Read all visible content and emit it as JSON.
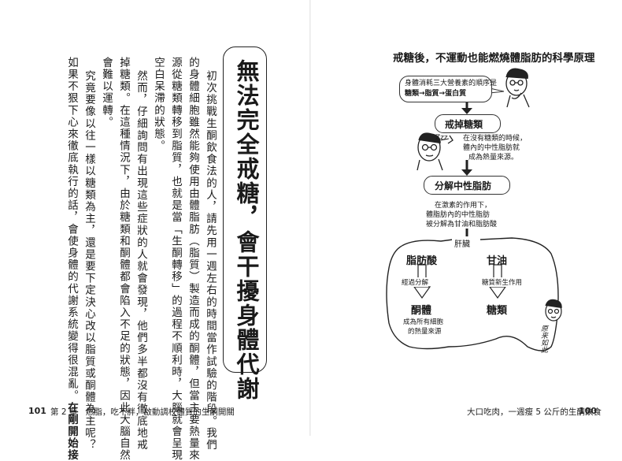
{
  "left_page": {
    "title": "無法完全戒糖，會干擾身體代謝",
    "columns": [
      "初次挑戰生酮飲食法的人，請先用一週左右的時間當作試驗的階段。我們",
      "的身體細胞雖然能夠使用由體脂肪（脂質）製造而成的酮體，但當主要熱量來",
      "源從糖類轉移到脂質，也就是當「生酮轉移」的過程不順利時，大腦就會呈現",
      "空白呆滯的狀態。",
      "然而，仔細詢問有出現這些症狀的人就會發現，他們多半都沒有徹底地戒",
      "掉糖類。在這種情況下，由於糖類和酮體都會陷入不足的狀態，因此大腦自然",
      "會難以運轉。",
      "究竟要像以往一樣以糖類為主，還是要下定決心改以脂質或酮體為主呢？",
      "如果不狠下心來徹底執行的話，會使身體的代謝系統變得很混亂。"
    ],
    "bold_tail": "在剛開始接",
    "footer_page": "101",
    "footer_chapter": "第 2 章　燃脂，吃不胖，啟動調校體質的生酮開關"
  },
  "right_page": {
    "heading": "戒糖後，不運動也能燃燒體脂肪的科學原理",
    "bubble_line1": "身體消耗三大營養素的順序是",
    "bubble_line2": "糖類→脂質→蛋白質",
    "step1": "戒掉糖類",
    "note1": [
      "在沒有糖類的時候，",
      "體內的中性脂肪就",
      "成為熱量來源。"
    ],
    "snore": "Zzz",
    "step2": "分解中性脂肪",
    "note2": [
      "在激素的作用下，",
      "體脂肪內的中性脂肪",
      "被分解為甘油和脂肪酸"
    ],
    "organ_label": "肝臟",
    "left_node": "脂肪酸",
    "left_arrow_note": "經過分解",
    "left_result": "酮體",
    "left_result_note": [
      "成為所有細胞",
      "的熱量來源"
    ],
    "right_node": "甘油",
    "right_arrow_note": "糖質新生作用",
    "right_result": "糖類",
    "signature": "原来如此",
    "footer_book": "大口吃肉，一週瘦 5 公斤的生酮飲食",
    "footer_page": "100"
  }
}
